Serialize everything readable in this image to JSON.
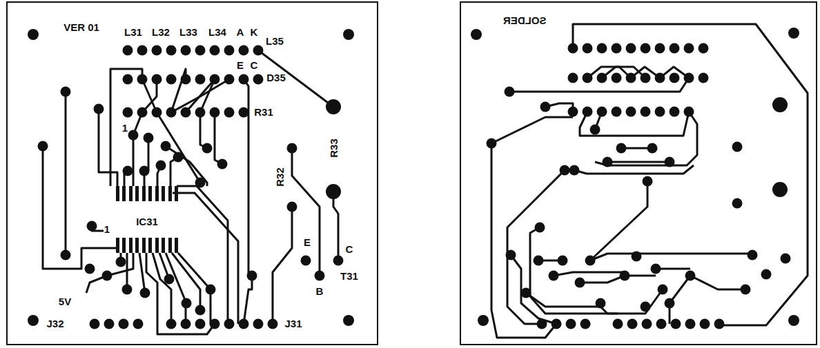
{
  "diagram": {
    "labels": [
      "VER 01",
      "L31",
      "L32",
      "L33",
      "L34",
      "A",
      "K",
      "L35",
      "E",
      "C",
      "D35",
      "R31",
      "1",
      "R33",
      "R32",
      "IC31",
      "1",
      "E",
      "C",
      "T31",
      "B",
      "5V",
      "J32",
      "J31",
      "SOLDER"
    ]
  }
}
